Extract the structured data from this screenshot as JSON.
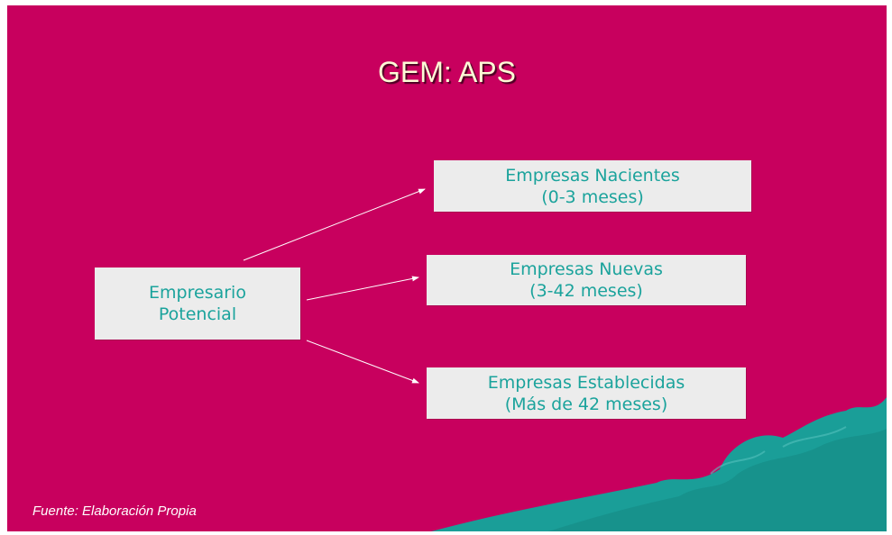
{
  "slide": {
    "title": "GEM: APS",
    "source": "Fuente:  Elaboración Propia",
    "background_color": "#c8005e",
    "decoration_color": "#1a9e98"
  },
  "diagram": {
    "root": {
      "line1": "Empresario",
      "line2": "Potencial"
    },
    "branches": [
      {
        "line1": "Empresas Nacientes",
        "line2": "(0-3 meses)"
      },
      {
        "line1": "Empresas Nuevas",
        "line2": "(3-42 meses)"
      },
      {
        "line1": "Empresas Establecidas",
        "line2": "(Más de 42 meses)"
      }
    ]
  }
}
